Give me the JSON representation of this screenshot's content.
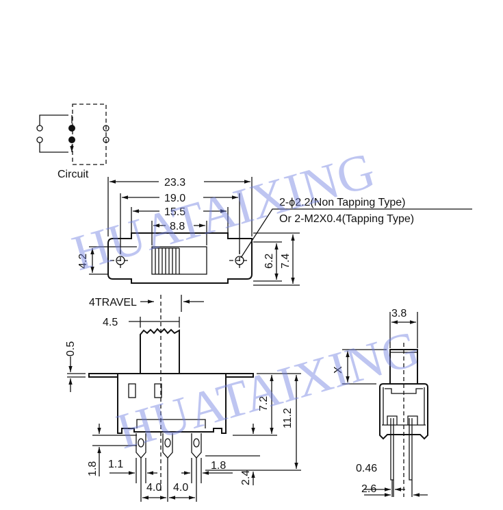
{
  "circuit": {
    "label": "Circuit"
  },
  "top_view": {
    "dims": {
      "overall": "23.3",
      "hole_pitch": "19.0",
      "inner": "15.5",
      "window": "8.8",
      "height_left": "4.2",
      "height_inner": "6.2",
      "height_total": "7.4"
    },
    "note_line1": "2-ϕ2.2(Non Tapping Type)",
    "note_line2": "Or 2-M2X0.4(Tapping Type)"
  },
  "front_view": {
    "dims": {
      "travel": "4TRAVEL",
      "actuator_width": "4.5",
      "flange": "0.5",
      "body_height": "7.2",
      "total_height": "11.2",
      "pin_offset": "1.8",
      "pin_width": "1.1",
      "pin_right": "1.8",
      "pin_length": "2.4",
      "pitch1": "4.0",
      "pitch2": "4.0"
    }
  },
  "side_view": {
    "dims": {
      "actuator_width": "3.8",
      "actuator_height": "X",
      "pin_thickness": "0.46",
      "pin_spacing": "2.6"
    }
  },
  "watermark": "HUATAIXING"
}
